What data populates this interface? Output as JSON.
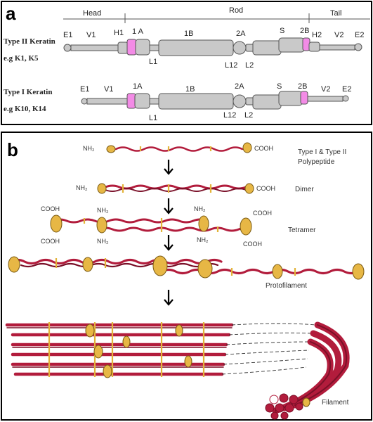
{
  "panel_a": {
    "letter": "a",
    "regions": {
      "head": "Head",
      "rod": "Rod",
      "tail": "Tail"
    },
    "type2": {
      "title": "Type II Keratin",
      "example": "e.g  K1, K5",
      "top_labels": {
        "e1": "E1",
        "v1": "V1",
        "h1": "H1",
        "s1a": "1 A",
        "s1b": "1B",
        "s2a": "2A",
        "s": "S",
        "s2b": "2B",
        "h2": "H2",
        "v2": "V2",
        "e2": "E2"
      },
      "bottom_labels": {
        "l1": "L1",
        "l12": "L12",
        "l2": "L2"
      }
    },
    "type1": {
      "title": "Type I Keratin",
      "example": "e.g K10, K14",
      "top_labels": {
        "e1": "E1",
        "v1": "V1",
        "s1a": "1A",
        "s1b": "1B",
        "s2a": "2A",
        "s": "S",
        "s2b": "2B",
        "v2": "V2",
        "e2": "E2"
      },
      "bottom_labels": {
        "l1": "L1",
        "l12": "L12",
        "l2": "L2"
      }
    },
    "colors": {
      "segment": "#c9c9c9",
      "highlight": "#f38be6"
    }
  },
  "panel_b": {
    "letter": "b",
    "stages": {
      "polypeptide": "Type I & Type II\nPolypeptide",
      "dimer": "Dimer",
      "tetramer": "Tetramer",
      "protofilament": "Protofilament",
      "filament": "Filament"
    },
    "termini": {
      "n": "NH₂",
      "c": "COOH"
    },
    "colors": {
      "strand": "#b21c3c",
      "band": "#e3b43a"
    }
  }
}
